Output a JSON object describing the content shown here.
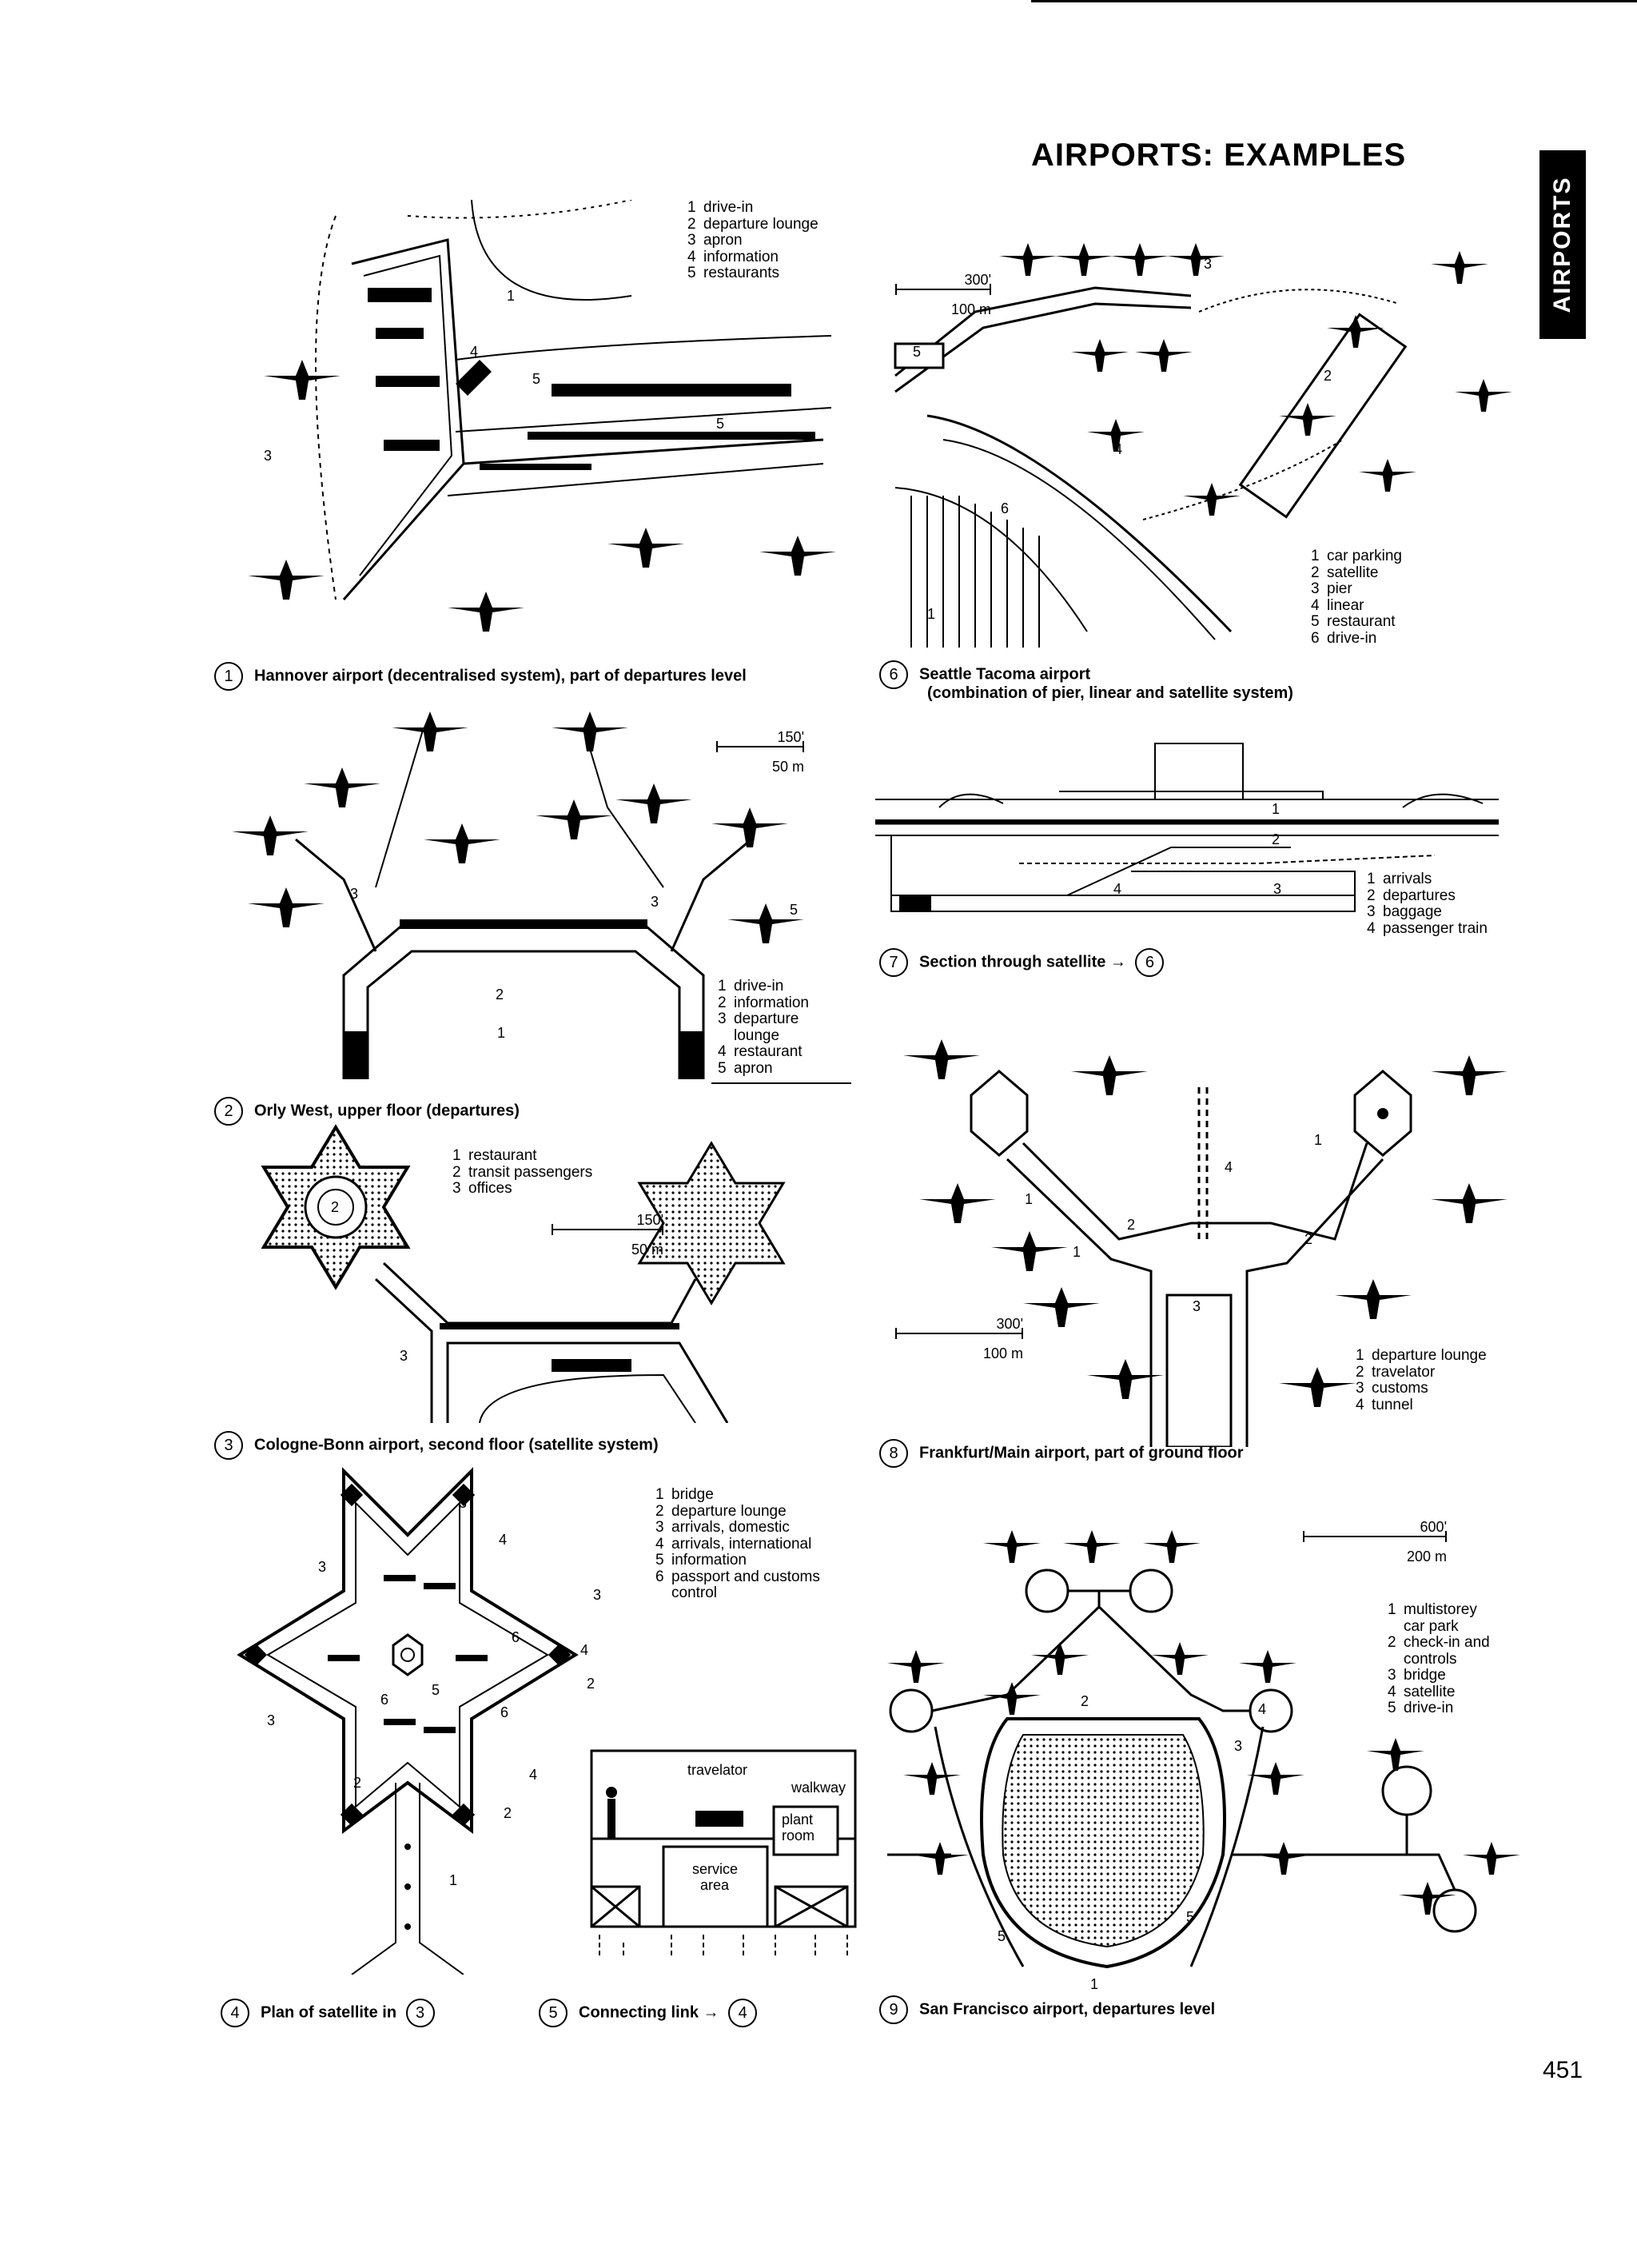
{
  "header": {
    "title": "AIRPORTS: EXAMPLES",
    "side_tab": "AIRPORTS"
  },
  "page_number": "451",
  "figures": [
    {
      "num": "1",
      "caption": "Hannover airport (decentralised system), part of departures level",
      "legend": [
        {
          "n": "1",
          "t": "drive-in"
        },
        {
          "n": "2",
          "t": "departure lounge"
        },
        {
          "n": "3",
          "t": "apron"
        },
        {
          "n": "4",
          "t": "information"
        },
        {
          "n": "5",
          "t": "restaurants"
        }
      ]
    },
    {
      "num": "2",
      "caption": "Orly West, upper floor (departures)",
      "legend": [
        {
          "n": "1",
          "t": "drive-in"
        },
        {
          "n": "2",
          "t": "information"
        },
        {
          "n": "3",
          "t": "departure"
        },
        {
          "n": "",
          "t": "lounge"
        },
        {
          "n": "4",
          "t": "restaurant"
        },
        {
          "n": "5",
          "t": "apron"
        }
      ],
      "scale": {
        "imperial": "150'",
        "metric": "50 m"
      }
    },
    {
      "num": "3",
      "caption": "Cologne-Bonn airport, second floor (satellite system)",
      "legend": [
        {
          "n": "1",
          "t": "restaurant"
        },
        {
          "n": "2",
          "t": "transit passengers"
        },
        {
          "n": "3",
          "t": "offices"
        }
      ],
      "scale": {
        "imperial": "150'",
        "metric": "50 m"
      }
    },
    {
      "num": "4",
      "caption": "Plan of satellite in",
      "ref": "3",
      "legend": [
        {
          "n": "1",
          "t": "bridge"
        },
        {
          "n": "2",
          "t": "departure lounge"
        },
        {
          "n": "3",
          "t": "arrivals, domestic"
        },
        {
          "n": "4",
          "t": "arrivals, international"
        },
        {
          "n": "5",
          "t": "information"
        },
        {
          "n": "6",
          "t": "passport and customs"
        },
        {
          "n": "",
          "t": "control"
        }
      ]
    },
    {
      "num": "5",
      "caption": "Connecting link →",
      "ref": "4",
      "labels": {
        "travelator": "travelator",
        "walkway": "walkway",
        "plant1": "plant",
        "plant2": "room",
        "service1": "service",
        "service2": "area"
      }
    },
    {
      "num": "6",
      "caption": "Seattle Tacoma airport",
      "caption2": "(combination of pier, linear and satellite system)",
      "legend": [
        {
          "n": "1",
          "t": "car parking"
        },
        {
          "n": "2",
          "t": "satellite"
        },
        {
          "n": "3",
          "t": "pier"
        },
        {
          "n": "4",
          "t": "linear"
        },
        {
          "n": "5",
          "t": "restaurant"
        },
        {
          "n": "6",
          "t": "drive-in"
        }
      ],
      "scale": {
        "imperial": "300'",
        "metric": "100 m"
      }
    },
    {
      "num": "7",
      "caption": "Section through satellite →",
      "ref": "6",
      "legend": [
        {
          "n": "1",
          "t": "arrivals"
        },
        {
          "n": "2",
          "t": "departures"
        },
        {
          "n": "3",
          "t": "baggage"
        },
        {
          "n": "4",
          "t": "passenger train"
        }
      ]
    },
    {
      "num": "8",
      "caption": "Frankfurt/Main airport, part of ground floor",
      "legend": [
        {
          "n": "1",
          "t": "departure lounge"
        },
        {
          "n": "2",
          "t": "travelator"
        },
        {
          "n": "3",
          "t": "customs"
        },
        {
          "n": "4",
          "t": "tunnel"
        }
      ],
      "scale": {
        "imperial": "300'",
        "metric": "100 m"
      }
    },
    {
      "num": "9",
      "caption": "San Francisco airport, departures level",
      "legend": [
        {
          "n": "1",
          "t": "multistorey"
        },
        {
          "n": "",
          "t": "car park"
        },
        {
          "n": "2",
          "t": "check-in and"
        },
        {
          "n": "",
          "t": "controls"
        },
        {
          "n": "3",
          "t": "bridge"
        },
        {
          "n": "4",
          "t": "satellite"
        },
        {
          "n": "5",
          "t": "drive-in"
        }
      ],
      "scale": {
        "imperial": "600'",
        "metric": "200 m"
      }
    }
  ]
}
